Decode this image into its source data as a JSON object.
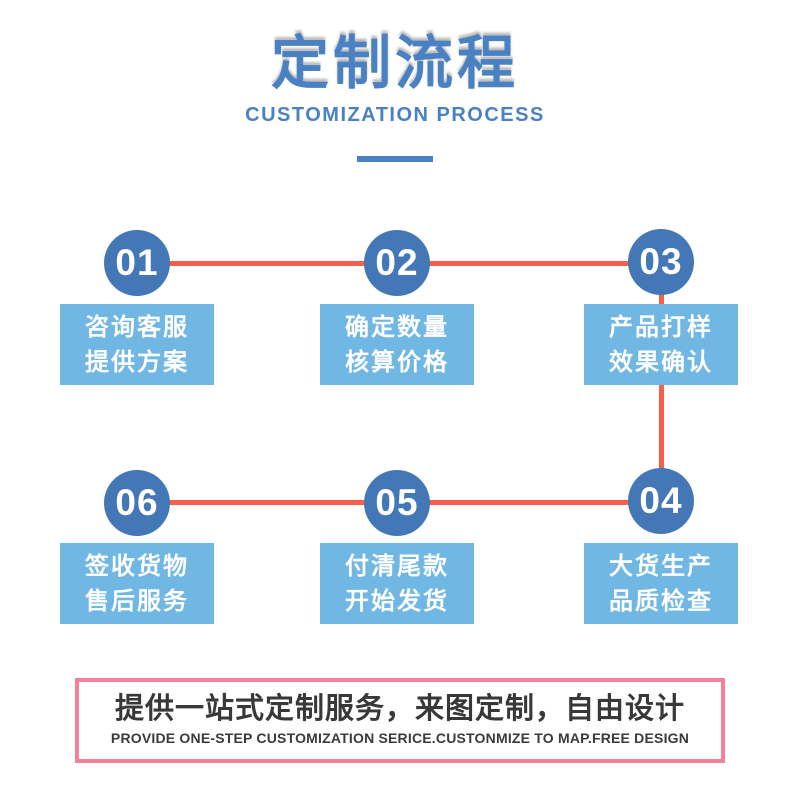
{
  "header": {
    "title": "定制流程",
    "subtitle": "CUSTOMIZATION PROCESS"
  },
  "steps": [
    {
      "number": "01",
      "line1": "咨询客服",
      "line2": "提供方案"
    },
    {
      "number": "02",
      "line1": "确定数量",
      "line2": "核算价格"
    },
    {
      "number": "03",
      "line1": "产品打样",
      "line2": "效果确认"
    },
    {
      "number": "04",
      "line1": "大货生产",
      "line2": "品质检查"
    },
    {
      "number": "05",
      "line1": "付清尾款",
      "line2": "开始发货"
    },
    {
      "number": "06",
      "line1": "签收货物",
      "line2": "售后服务"
    }
  ],
  "banner": {
    "line_cn": "提供一站式定制服务，来图定制，自由设计",
    "line_en": "PROVIDE ONE-STEP CUSTOMIZATION SERICE.CUSTONMIZE TO MAP.FREE DESIGN"
  },
  "colors": {
    "title_blue": "#4a81c2",
    "circle_blue": "#4377b5",
    "box_blue": "#71b7e4",
    "connector_red": "#f5604e",
    "banner_border_pink": "#f5809a",
    "banner_text": "#383838"
  }
}
